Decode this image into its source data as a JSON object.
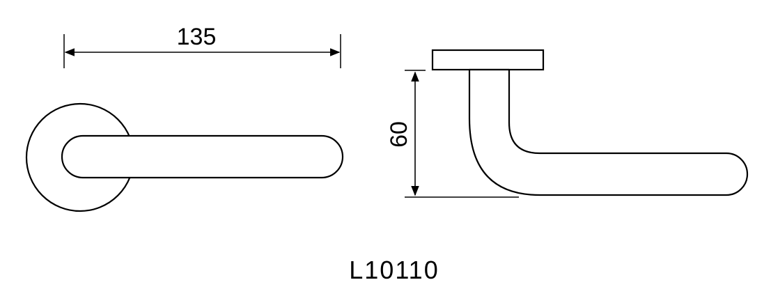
{
  "drawing": {
    "width_dimension": "135",
    "height_dimension": "60",
    "model_code": "L10110",
    "line_color": "#000000",
    "fill_color": "#ffffff"
  }
}
